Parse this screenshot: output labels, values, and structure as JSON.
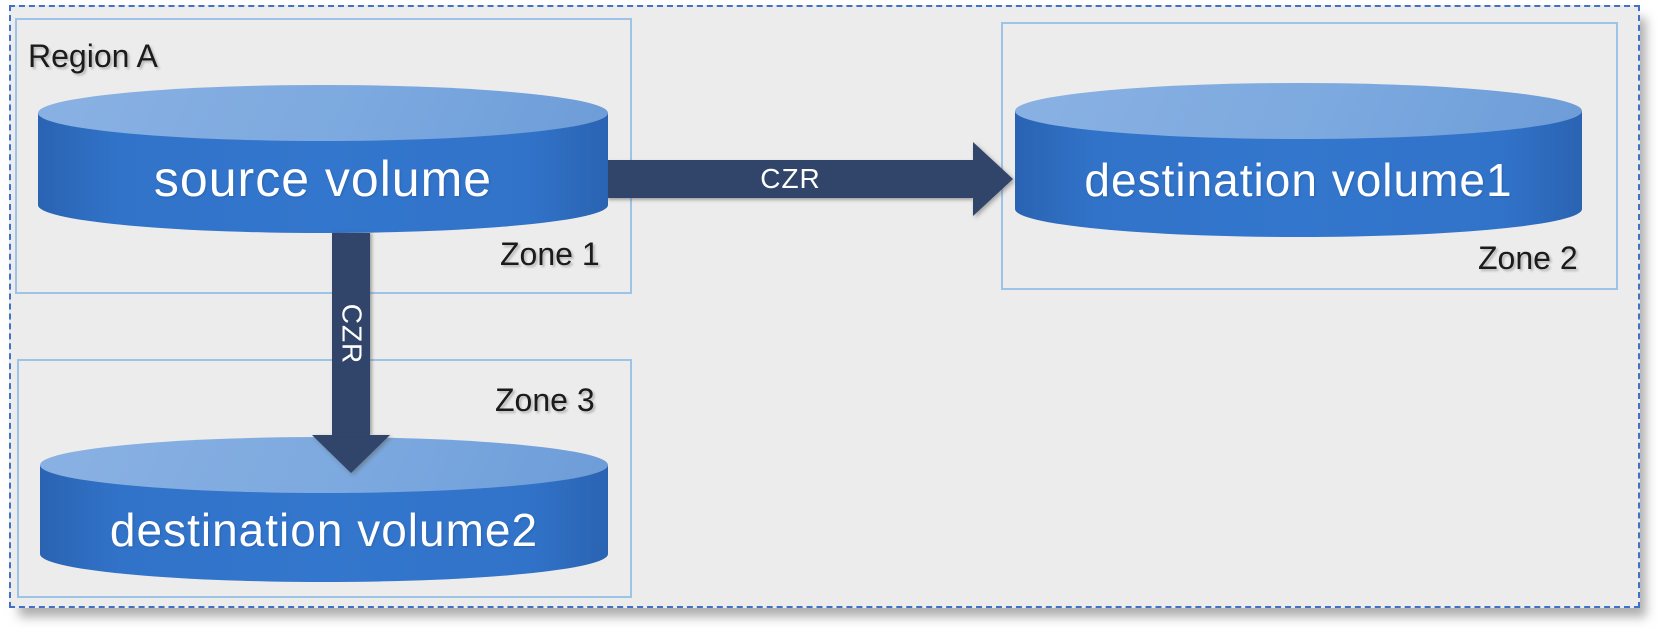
{
  "diagram": {
    "region_label": "Region A",
    "zone1_label": "Zone 1",
    "zone2_label": "Zone 2",
    "zone3_label": "Zone 3",
    "source_volume_label": "source volume",
    "dest_volume1_label": "destination volume1",
    "dest_volume2_label": "destination volume2",
    "arrow_right_label": "CZR",
    "arrow_down_label": "CZR"
  },
  "colors": {
    "cylinder_body": "#3173C9",
    "cylinder_top": "#7CA9DF",
    "arrow": "#304569",
    "zone_border": "#9DC3E6",
    "region_border": "#4070C8",
    "canvas_background": "#ECECEC",
    "zone_label_text": "#1B1B1B",
    "volume_label_text": "#FFFFFF"
  }
}
